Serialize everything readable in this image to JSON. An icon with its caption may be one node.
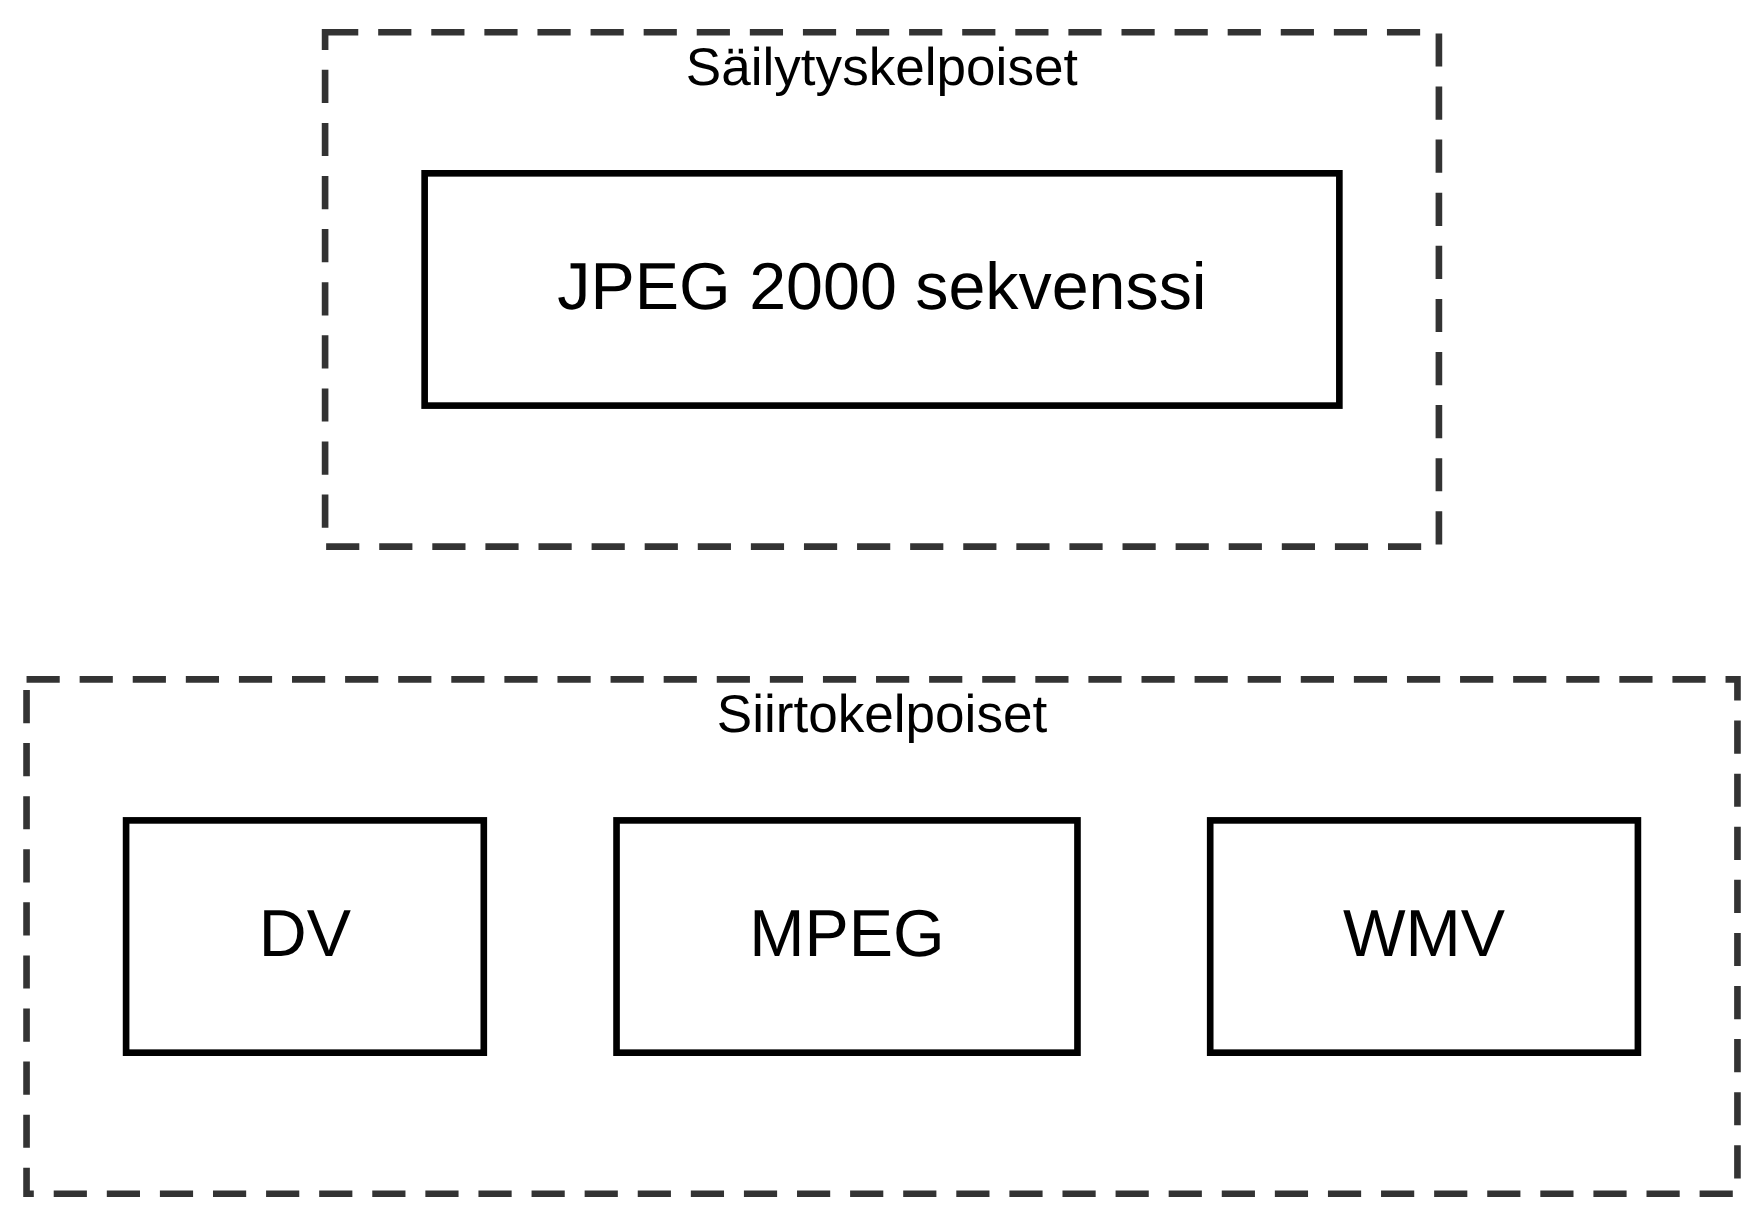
{
  "diagram": {
    "nodes": [
      {
        "text": [
          "Siirtokelpoiset"
        ]
      },
      {
        "text": [
          "DV"
        ],
        "in": 0
      },
      {
        "text": [
          "MPEG"
        ],
        "in": 0
      },
      {
        "text": [
          "WMV"
        ],
        "in": 0
      },
      {
        "text": [
          "Säilytyskelpoiset"
        ]
      },
      {
        "text": [
          "JPEG 2000 sekvenssi"
        ],
        "in": 4
      }
    ]
  }
}
